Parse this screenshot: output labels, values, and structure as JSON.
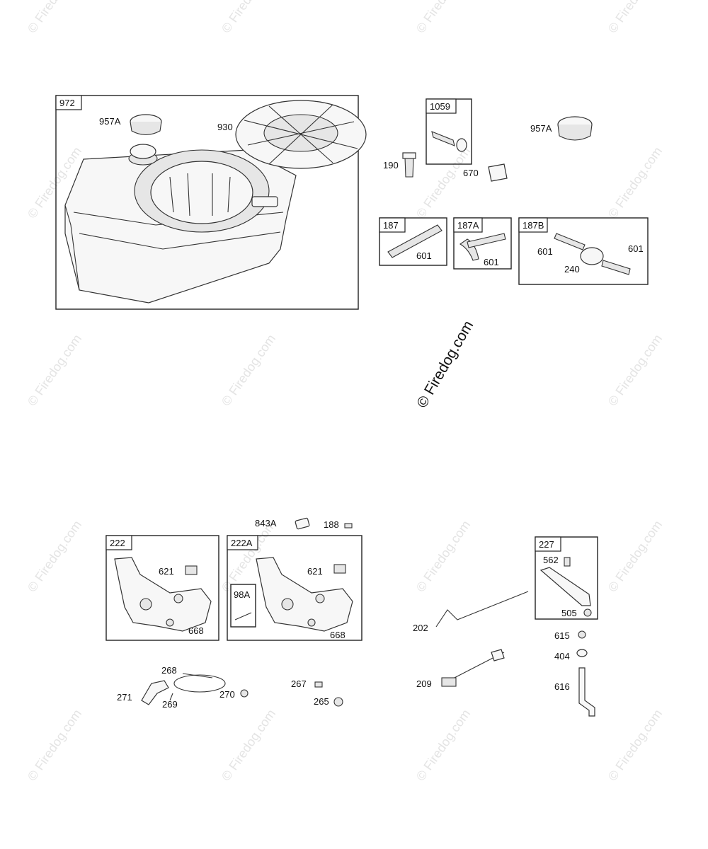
{
  "watermark": "© Firedog.com",
  "center_watermark": "© Firedog.com",
  "boxes": {
    "b972": "972",
    "b1059": "1059",
    "b187": "187",
    "b187a": "187A",
    "b187b": "187B",
    "b222": "222",
    "b222a": "222A",
    "b98a": "98A",
    "b227": "227"
  },
  "callouts": {
    "c957a_1": "957A",
    "c930": "930",
    "c957a_2": "957A",
    "c190": "190",
    "c670": "670",
    "c601_1": "601",
    "c601_2": "601",
    "c601_3": "601",
    "c601_4": "601",
    "c240": "240",
    "c843a": "843A",
    "c188": "188",
    "c621_1": "621",
    "c668_1": "668",
    "c621_2": "621",
    "c668_2": "668",
    "c268": "268",
    "c271": "271",
    "c269": "269",
    "c270": "270",
    "c267": "267",
    "c265": "265",
    "c562": "562",
    "c505": "505",
    "c202": "202",
    "c615": "615",
    "c404": "404",
    "c209": "209",
    "c616": "616"
  }
}
